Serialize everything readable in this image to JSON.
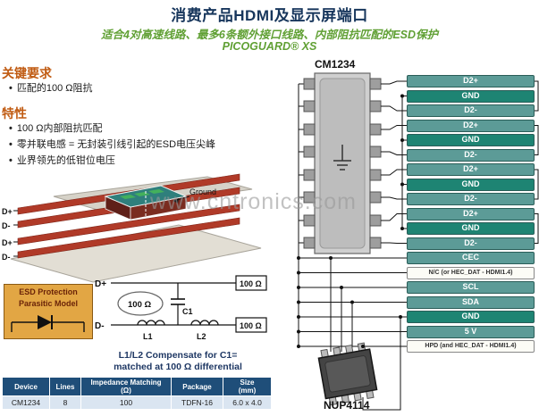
{
  "header": {
    "title": "消费产品HDMI及显示屏端口",
    "subtitle": "适合4对高速线路、最多6条额外接口线路、内部阻抗匹配的ESD保护",
    "product": "PICOGUARD® XS"
  },
  "watermark": "www.cntronics.com",
  "key_requirements": {
    "heading": "关键要求",
    "items": [
      "匹配的100 Ω阻抗"
    ]
  },
  "features": {
    "heading": "特性",
    "items": [
      "100 Ω内部阻抗匹配",
      "零并联电感 = 无封装引线引起的ESD电压尖峰",
      "业界领先的低钳位电压"
    ]
  },
  "illustration": {
    "trace_labels": [
      "D+",
      "D-",
      "D+",
      "D-"
    ],
    "ground_label": "Ground"
  },
  "esd_model": {
    "line1": "ESD Protection",
    "line2": "Parasitic Model"
  },
  "circuit": {
    "d_plus": "D+",
    "d_minus": "D-",
    "imp_oval": "100 Ω",
    "imp_top": "100 Ω",
    "imp_bottom": "100 Ω",
    "l1": "L1",
    "c1": "C1",
    "l2": "L2",
    "note1": "L1/L2 Compensate for C1=",
    "note2": "matched at 100 Ω differential"
  },
  "table": {
    "headers": [
      "Device",
      "Lines",
      "Impedance Matching\n(Ω)",
      "Package",
      "Size\n(mm)"
    ],
    "row": [
      "CM1234",
      "8",
      "100",
      "TDFN-16",
      "6.0 x 4.0"
    ]
  },
  "schematic": {
    "main_chip": "CM1234",
    "esd_chip": "NUP4114",
    "pins": [
      {
        "label": "D2+",
        "type": "signal"
      },
      {
        "label": "GND",
        "type": "gnd"
      },
      {
        "label": "D2-",
        "type": "signal"
      },
      {
        "label": "D2+",
        "type": "signal"
      },
      {
        "label": "GND",
        "type": "gnd"
      },
      {
        "label": "D2-",
        "type": "signal"
      },
      {
        "label": "D2+",
        "type": "signal"
      },
      {
        "label": "GND",
        "type": "gnd"
      },
      {
        "label": "D2-",
        "type": "signal"
      },
      {
        "label": "D2+",
        "type": "signal"
      },
      {
        "label": "GND",
        "type": "gnd"
      },
      {
        "label": "D2-",
        "type": "signal"
      },
      {
        "label": "CEC",
        "type": "signal"
      },
      {
        "label": "N/C (or HEC_DAT - HDMI1.4)",
        "type": "nc"
      },
      {
        "label": "SCL",
        "type": "signal"
      },
      {
        "label": "SDA",
        "type": "signal"
      },
      {
        "label": "GND",
        "type": "gnd"
      },
      {
        "label": "5 V",
        "type": "signal"
      },
      {
        "label": "HPD (and HEC_DAT - HDMI1.4)",
        "type": "nc"
      }
    ]
  }
}
